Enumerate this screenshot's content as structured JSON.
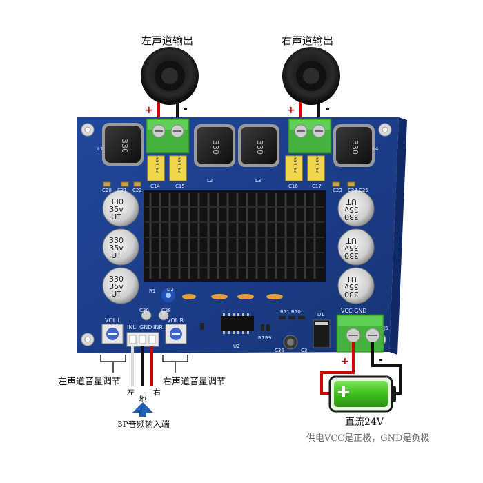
{
  "labels": {
    "left_output": "左声道输出",
    "right_output": "右声道输出",
    "left_volume": "左声道音量调节",
    "right_volume": "右声道音量调节",
    "input_left": "左",
    "input_ground": "地",
    "input_right": "右",
    "audio_input": "3P音频输入端",
    "dc_power": "直流24V",
    "power_note": "供电VCC是正极，GND是负极"
  },
  "polarity": {
    "plus": "+",
    "minus": "-"
  },
  "board": {
    "inductors": [
      "L1",
      "L2",
      "L3",
      "L4"
    ],
    "inductor_text": "330",
    "film_caps": [
      "C14",
      "C15",
      "C16",
      "C17"
    ],
    "film_cap_text": "684J 63",
    "elcap_lines": [
      "330",
      "35v",
      "UT"
    ],
    "header_pins": [
      "INL",
      "GND",
      "INR"
    ],
    "vol_left_label": "VOL  L",
    "vol_right_label": "VOL  R",
    "power_terminal": "VCC  GND",
    "misc": [
      "C20",
      "C21",
      "C22",
      "C23",
      "C24",
      "C25",
      "C30",
      "C28",
      "R1",
      "R10",
      "R11",
      "D1",
      "D2",
      "U2",
      "C36",
      "R7",
      "R9",
      "J5",
      "C3"
    ]
  },
  "colors": {
    "pcb": "#1c3f8c",
    "terminal": "#3fae3a",
    "film_cap": "#f2d64a",
    "heatsink": "#121212",
    "led": "#2f7bff",
    "battery_green": "#39c21a",
    "wire_red": "#d40000",
    "wire_black": "#111111",
    "arrow": "#1e5fb3"
  },
  "icons": [
    "speaker-icon",
    "battery-icon",
    "arrow-up-icon"
  ]
}
